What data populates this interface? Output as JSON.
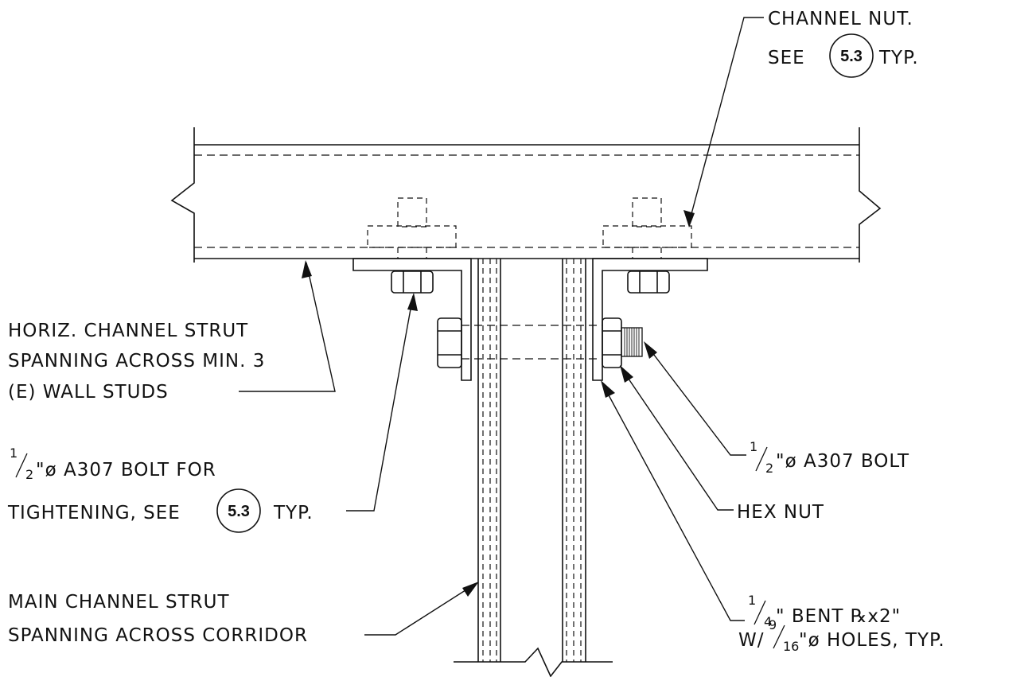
{
  "callouts": {
    "channel_nut": {
      "line1": "CHANNEL NUT.",
      "see": "SEE",
      "ref": "5.3",
      "typ": "TYP."
    },
    "horiz_strut": {
      "line1": "HORIZ. CHANNEL STRUT",
      "line2": "SPANNING ACROSS MIN. 3",
      "line3": "(E) WALL STUDS"
    },
    "bolt_tightening": {
      "num": "1",
      "den": "2",
      "line1_rest": "\"ø A307 BOLT FOR",
      "line2": "TIGHTENING, SEE",
      "ref": "5.3",
      "typ": "TYP."
    },
    "main_strut": {
      "line1": "MAIN CHANNEL STRUT",
      "line2": "SPANNING ACROSS CORRIDOR"
    },
    "bolt": {
      "num": "1",
      "den": "2",
      "rest": "\"ø A307 BOLT"
    },
    "hex_nut": {
      "text": "HEX NUT"
    },
    "bent_plate": {
      "num": "1",
      "den": "4",
      "rest": "\" BENT ℞x2\"",
      "line2_prefix": "W/",
      "num2": "9",
      "den2": "16",
      "line2_rest": "\"ø HOLES, TYP."
    }
  }
}
